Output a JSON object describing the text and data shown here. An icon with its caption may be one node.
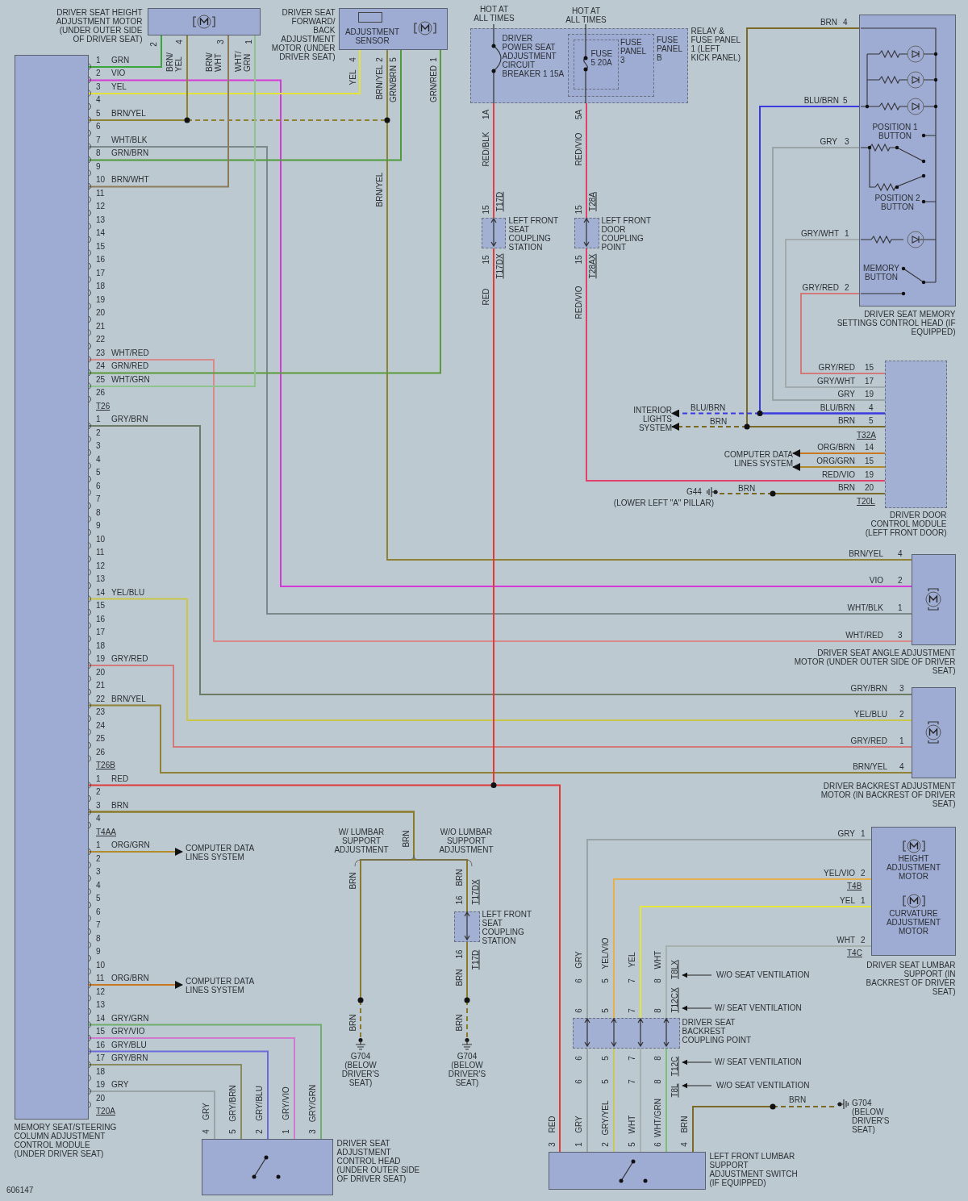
{
  "diagram": {
    "nodes": [
      {
        "text": [
          "MEMORY SEAT/STEERING COLUMN ADJUSTMENT CONTROL MODULE (UNDER DRIVER SEAT)"
        ]
      },
      {
        "text": [
          "DRIVER SEAT HEIGHT ADJUSTMENT MOTOR (UNDER OUTER SIDE OF DRIVER SEAT)"
        ]
      },
      {
        "text": [
          "DRIVER SEAT FORWARD/ BACK ADJUSTMENT MOTOR (UNDER DRIVER SEAT)",
          "ADJUSTMENT SENSOR"
        ]
      },
      {
        "text": [
          "RELAY & FUSE PANEL 1 (LEFT KICK PANEL)"
        ]
      },
      {
        "text": [
          "DRIVER POWER SEAT ADJUSTMENT CIRCUIT BREAKER 1 15A"
        ],
        "in": 3
      },
      {
        "text": [
          "FUSE PANEL 3"
        ],
        "in": 3
      },
      {
        "text": [
          "FUSE 5 20A"
        ],
        "in": 5
      },
      {
        "text": [
          "LEFT FRONT SEAT COUPLING STATION"
        ]
      },
      {
        "text": [
          "LEFT FRONT DOOR COUPLING POINT"
        ]
      },
      {
        "text": [
          "POSITION 1 BUTTON",
          "POSITION 2 BUTTON",
          "MEMORY BUTTON",
          "DRIVER SEAT MEMORY SETTINGS CONTROL HEAD (IF EQUIPPED)"
        ]
      },
      {
        "text": [
          "DRIVER DOOR CONTROL MODULE (LEFT FRONT DOOR)"
        ]
      },
      {
        "text": [
          "INTERIOR LIGHTS SYSTEM"
        ]
      },
      {
        "text": [
          "COMPUTER DATA LINES SYSTEM"
        ]
      },
      {
        "text": [
          "G44",
          "(LOWER LEFT \"A\" PILLAR)"
        ]
      },
      {
        "text": [
          "DRIVER SEAT ANGLE ADJUSTMENT MOTOR (UNDER OUTER SIDE OF DRIVER SEAT)"
        ]
      },
      {
        "text": [
          "DRIVER BACKREST ADJUSTMENT MOTOR (IN BACKREST OF DRIVER SEAT)"
        ]
      },
      {
        "text": [
          "COMPUTER DATA LINES SYSTEM"
        ]
      },
      {
        "text": [
          "COMPUTER DATA LINES SYSTEM"
        ]
      },
      {
        "text": [
          "G704 (BELOW DRIVER'S SEAT)"
        ]
      },
      {
        "text": [
          "LEFT FRONT SEAT COUPLING STATION"
        ]
      },
      {
        "text": [
          "G704 (BELOW DRIVER'S SEAT)"
        ]
      },
      {
        "text": [
          "DRIVER SEAT LUMBAR SUPPORT (IN BACKREST OF DRIVER SEAT)"
        ]
      },
      {
        "text": [
          "HEIGHT ADJUSTMENT MOTOR"
        ],
        "in": 21
      },
      {
        "text": [
          "CURVATURE ADJUSTMENT MOTOR"
        ],
        "in": 21
      },
      {
        "text": [
          "DRIVER SEAT BACKREST COUPLING POINT"
        ]
      },
      {
        "text": [
          "DRIVER SEAT ADJUSTMENT CONTROL HEAD (UNDER OUTER SIDE OF DRIVER SEAT)"
        ]
      },
      {
        "text": [
          "LEFT FRONT LUMBAR SUPPORT ADJUSTMENT SWITCH (IF EQUIPPED)"
        ]
      },
      {
        "text": [
          "G704 (BELOW DRIVER'S SEAT)"
        ]
      }
    ],
    "edges": [
      {
        "from": 0,
        "to": 1,
        "arrow": "none",
        "color": "#3aa53a"
      },
      {
        "from": 0,
        "to": 14,
        "arrow": "none",
        "color": "#d63ad6"
      },
      {
        "from": 0,
        "to": 2,
        "arrow": "none",
        "color": "#e2e23a"
      },
      {
        "from": 0,
        "to": 1,
        "arrow": "none",
        "color": "#8f8235"
      },
      {
        "from": 0,
        "to": 2,
        "arrow": "none",
        "style": "dashed",
        "color": "#8f8235"
      },
      {
        "from": 0,
        "to": 14,
        "arrow": "none",
        "style": "dashed",
        "color": "#8f8235"
      },
      {
        "from": 0,
        "to": 14,
        "arrow": "none",
        "color": "#7d8a8c"
      },
      {
        "from": 0,
        "to": 2,
        "arrow": "none",
        "color": "#4f9a3a"
      },
      {
        "from": 0,
        "to": 1,
        "arrow": "none",
        "color": "#8c7a5a"
      },
      {
        "from": 0,
        "to": 14,
        "arrow": "none",
        "color": "#d98a8a"
      },
      {
        "from": 0,
        "to": 2,
        "arrow": "none",
        "color": "#5a9a3a"
      },
      {
        "from": 0,
        "to": 1,
        "arrow": "none",
        "color": "#8fc48f"
      },
      {
        "from": 0,
        "to": 15,
        "arrow": "none",
        "color": "#6f7a66"
      },
      {
        "from": 0,
        "to": 15,
        "arrow": "none",
        "color": "#c9c64a"
      },
      {
        "from": 0,
        "to": 15,
        "arrow": "none",
        "color": "#d27a7a"
      },
      {
        "from": 0,
        "to": 15,
        "arrow": "none",
        "color": "#8f8235"
      },
      {
        "from": 3,
        "to": 7,
        "arrow": "none",
        "color": "#e0404a"
      },
      {
        "from": 7,
        "to": 0,
        "arrow": "none",
        "color": "#e03a3a"
      },
      {
        "from": 7,
        "to": 26,
        "arrow": "none",
        "color": "#e03a3a"
      },
      {
        "from": 3,
        "to": 8,
        "arrow": "none",
        "color": "#e0406a"
      },
      {
        "from": 8,
        "to": 10,
        "arrow": "none",
        "color": "#e0406a"
      },
      {
        "from": 9,
        "to": 10,
        "arrow": "none",
        "color": "#7a6a25"
      },
      {
        "from": 10,
        "to": 11,
        "arrow": "to",
        "style": "dashed",
        "color": "#7a6a25"
      },
      {
        "from": 9,
        "to": 10,
        "arrow": "none",
        "color": "#3a3ae0"
      },
      {
        "from": 10,
        "to": 11,
        "arrow": "to",
        "style": "dashed",
        "color": "#3a3ae0"
      },
      {
        "from": 9,
        "to": 10,
        "arrow": "none",
        "color": "#9aa3a6"
      },
      {
        "from": 9,
        "to": 10,
        "arrow": "none",
        "color": "#a3aaad"
      },
      {
        "from": 9,
        "to": 10,
        "arrow": "none",
        "color": "#d27a7a"
      },
      {
        "from": 10,
        "to": 12,
        "arrow": "to",
        "color": "#c9781f"
      },
      {
        "from": 10,
        "to": 12,
        "arrow": "to",
        "color": "#b38a2a"
      },
      {
        "from": 10,
        "to": 13,
        "arrow": "none",
        "style": "dashed",
        "color": "#7a6a25"
      },
      {
        "from": 0,
        "to": 16,
        "arrow": "to",
        "color": "#b38a2a"
      },
      {
        "from": 0,
        "to": 17,
        "arrow": "to",
        "color": "#c9781f"
      },
      {
        "from": 0,
        "to": 25,
        "arrow": "none",
        "color": "#6fae6f"
      },
      {
        "from": 0,
        "to": 25,
        "arrow": "none",
        "color": "#d07ad0"
      },
      {
        "from": 0,
        "to": 25,
        "arrow": "none",
        "color": "#6a6ad8"
      },
      {
        "from": 0,
        "to": 25,
        "arrow": "none",
        "color": "#8a8a60"
      },
      {
        "from": 0,
        "to": 25,
        "arrow": "none",
        "color": "#9aa3a6"
      },
      {
        "from": 0,
        "to": 18,
        "arrow": "none",
        "style": "dashed",
        "color": "#8a7a2a"
      },
      {
        "from": 0,
        "to": 19,
        "arrow": "none",
        "color": "#8a7a2a"
      },
      {
        "from": 19,
        "to": 20,
        "arrow": "none",
        "style": "dashed",
        "color": "#8a7a2a"
      },
      {
        "from": 21,
        "to": 24,
        "arrow": "none",
        "color": "#9aa3a6"
      },
      {
        "from": 24,
        "to": 26,
        "arrow": "none",
        "color": "#9aa3a6"
      },
      {
        "from": 21,
        "to": 24,
        "arrow": "none",
        "color": "#e6b050"
      },
      {
        "from": 24,
        "to": 26,
        "arrow": "none",
        "color": "#c8c860"
      },
      {
        "from": 21,
        "to": 24,
        "arrow": "none",
        "color": "#e6e63a"
      },
      {
        "from": 24,
        "to": 26,
        "arrow": "none",
        "color": "#a8b0b0"
      },
      {
        "from": 21,
        "to": 24,
        "arrow": "none",
        "color": "#a8b0b0"
      },
      {
        "from": 24,
        "to": 26,
        "arrow": "none",
        "color": "#7ac07a"
      },
      {
        "from": 26,
        "to": 27,
        "arrow": "none",
        "style": "dashed",
        "color": "#7a6a25"
      }
    ],
    "labels": [
      "1",
      "GRN",
      "2",
      "VIO",
      "3",
      "YEL",
      "4",
      "5",
      "BRN/YEL",
      "6",
      "7",
      "WHT/BLK",
      "8",
      "GRN/BRN",
      "9",
      "10",
      "BRN/WHT",
      "11",
      "12",
      "13",
      "14",
      "15",
      "16",
      "17",
      "18",
      "19",
      "20",
      "21",
      "22",
      "23",
      "WHT/RED",
      "24",
      "GRN/RED",
      "25",
      "WHT/GRN",
      "26",
      "T26",
      "1",
      "GRY/BRN",
      "2",
      "3",
      "4",
      "5",
      "6",
      "7",
      "8",
      "9",
      "10",
      "11",
      "12",
      "13",
      "14",
      "YEL/BLU",
      "15",
      "16",
      "17",
      "18",
      "19",
      "GRY/RED",
      "20",
      "21",
      "22",
      "BRN/YEL",
      "23",
      "24",
      "25",
      "26",
      "T26B",
      "1",
      "RED",
      "2",
      "3",
      "BRN",
      "4",
      "T4AA",
      "1",
      "ORG/GRN",
      "2",
      "3",
      "4",
      "5",
      "6",
      "7",
      "8",
      "9",
      "10",
      "11",
      "ORG/BRN",
      "12",
      "13",
      "14",
      "GRY/GRN",
      "15",
      "GRY/VIO",
      "16",
      "GRY/BLU",
      "17",
      "GRY/BRN",
      "18",
      "19",
      "GRY",
      "20",
      "T20A",
      "2",
      "BRN/ YEL",
      "4",
      "BRN/ WHT",
      "3",
      "WHT/ GRN",
      "1",
      "YEL",
      "4",
      "BRN/YEL",
      "2",
      "GRN/BRN",
      "5",
      "GRN/RED",
      "1",
      "BRN/YEL",
      "HOT AT ALL TIMES",
      "HOT AT ALL TIMES",
      "FUSE PANEL B",
      "1A",
      "RED/BLK",
      "15",
      "T17D",
      "15",
      "T17DX",
      "RED",
      "5A",
      "RED/VIO",
      "15",
      "T28A",
      "15",
      "T28AX",
      "RED/VIO",
      "BRN",
      "4",
      "BLU/BRN",
      "5",
      "GRY",
      "3",
      "GRY/WHT",
      "1",
      "GRY/RED",
      "2",
      "GRY/RED",
      "15",
      "GRY/WHT",
      "17",
      "GRY",
      "19",
      "BLU/BRN",
      "4",
      "BRN",
      "5",
      "T32A",
      "ORG/BRN",
      "14",
      "ORG/GRN",
      "15",
      "RED/VIO",
      "19",
      "BRN",
      "20",
      "T20L",
      "BLU/BRN",
      "BRN",
      "BRN",
      "BRN/YEL",
      "4",
      "VIO",
      "2",
      "WHT/BLK",
      "1",
      "WHT/RED",
      "3",
      "GRY/BRN",
      "3",
      "YEL/BLU",
      "2",
      "GRY/RED",
      "1",
      "BRN/YEL",
      "4",
      "W/ LUMBAR SUPPORT ADJUSTMENT",
      "BRN",
      "W/O LUMBAR SUPPORT ADJUSTMENT",
      "BRN",
      "BRN",
      "16",
      "T17DX",
      "16",
      "T17D",
      "BRN",
      "BRN",
      "BRN",
      "GRY",
      "1",
      "YEL/VIO",
      "2",
      "T4B",
      "YEL",
      "1",
      "WHT",
      "2",
      "T4C",
      "GRY",
      "6",
      "YEL/VIO",
      "5",
      "YEL",
      "7",
      "WHT",
      "8",
      "T8LX",
      "W/O SEAT VENTILATION",
      "6",
      "5",
      "7",
      "8",
      "T12CX",
      "W/ SEAT VENTILATION",
      "6",
      "5",
      "7",
      "8",
      "T12C",
      "W/ SEAT VENTILATION",
      "6",
      "5",
      "7",
      "8",
      "T8L",
      "W/O SEAT VENTILATION",
      "RED",
      "3",
      "GRY",
      "1",
      "GRY/YEL",
      "2",
      "WHT",
      "5",
      "WHT/GRN",
      "6",
      "BRN",
      "4",
      "BRN",
      "GRY",
      "4",
      "GRY/BRN",
      "5",
      "GRY/BLU",
      "2",
      "GRY/VIO",
      "1",
      "GRY/GRN",
      "3",
      "606147"
    ]
  }
}
